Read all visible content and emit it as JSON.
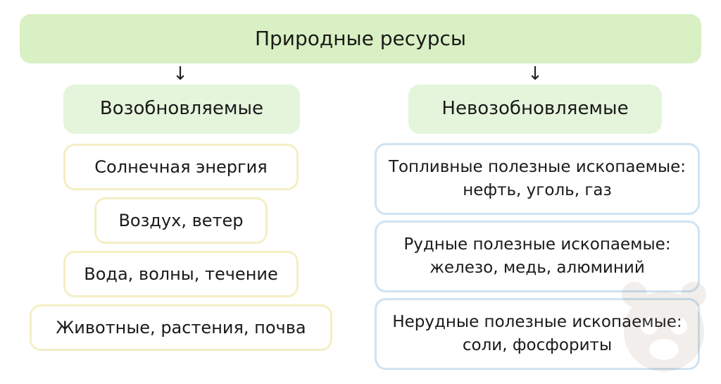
{
  "title": "Природные ресурсы",
  "arrow_glyph": "↓",
  "categories": {
    "renewable": {
      "label": "Возобновляемые",
      "items": [
        "Солнечная энергия",
        "Воздух, ветер",
        "Вода, волны, течение",
        "Животные, растения, почва"
      ]
    },
    "nonrenewable": {
      "label": "Невозобновляемые",
      "items": [
        "Топливные полезные ископаемые: нефть, уголь, газ",
        "Рудные полезные ископаемые: железо, медь, алюминий",
        "Нерудные полезные ископаемые: соли, фосфориты"
      ]
    }
  },
  "colors": {
    "title_bg": "#d8f0c3",
    "category_bg": "#e5f5dc",
    "renewable_border": "#f4efc4",
    "nonrenewable_border": "#cfe3f2"
  }
}
